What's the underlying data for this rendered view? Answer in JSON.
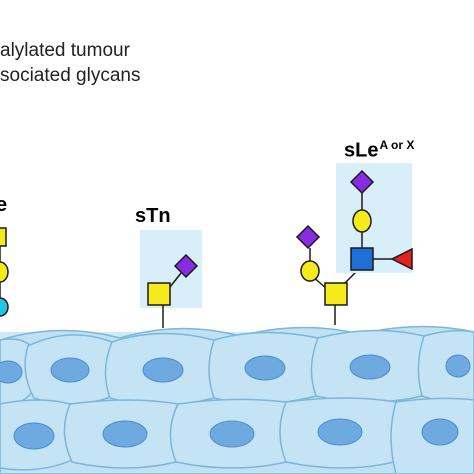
{
  "caption": {
    "line1": "alylated tumour",
    "line2": "sociated glycans"
  },
  "glycans": [
    {
      "label_main": "",
      "label_sup": ""
    },
    {
      "label_main": "sTn",
      "label_sup": ""
    },
    {
      "label_main": "sLe",
      "label_sup": "A or X"
    }
  ],
  "colors": {
    "galactose_yellow": "#f5ea1c",
    "sialic_acid_purple": "#8a2be2",
    "glcnac_blue": "#1f6fd8",
    "fucose_red": "#e3221b",
    "glucose_cyan": "#23c4e8",
    "highlight_box": "#d8eef8",
    "cell_fill": "#bfe1f3",
    "nucleus_fill": "#6ea9e0"
  }
}
